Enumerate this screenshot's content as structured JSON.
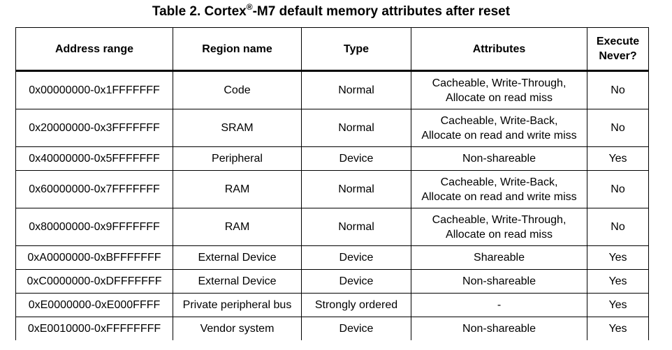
{
  "caption": {
    "prefix": "Table 2. Cortex",
    "superscript": "®",
    "suffix": "-M7 default memory attributes after reset"
  },
  "table": {
    "headers": {
      "address_range": "Address range",
      "region_name": "Region name",
      "type": "Type",
      "attributes": "Attributes",
      "execute_never_line1": "Execute",
      "execute_never_line2": "Never?"
    },
    "rows": [
      {
        "address_range": "0x00000000-0x1FFFFFFF",
        "region_name": "Code",
        "type": "Normal",
        "attributes_line1": "Cacheable, Write-Through,",
        "attributes_line2": "Allocate on read miss",
        "execute_never": "No"
      },
      {
        "address_range": "0x20000000-0x3FFFFFFF",
        "region_name": "SRAM",
        "type": "Normal",
        "attributes_line1": "Cacheable, Write-Back,",
        "attributes_line2": "Allocate on read and write miss",
        "execute_never": "No"
      },
      {
        "address_range": "0x40000000-0x5FFFFFFF",
        "region_name": "Peripheral",
        "type": "Device",
        "attributes_line1": "Non-shareable",
        "execute_never": "Yes"
      },
      {
        "address_range": "0x60000000-0x7FFFFFFF",
        "region_name": "RAM",
        "type": "Normal",
        "attributes_line1": "Cacheable, Write-Back,",
        "attributes_line2": "Allocate on read and write miss",
        "execute_never": "No"
      },
      {
        "address_range": "0x80000000-0x9FFFFFFF",
        "region_name": "RAM",
        "type": "Normal",
        "attributes_line1": "Cacheable, Write-Through,",
        "attributes_line2": "Allocate on read miss",
        "execute_never": "No"
      },
      {
        "address_range": "0xA0000000-0xBFFFFFFF",
        "region_name": "External Device",
        "type": "Device",
        "attributes_line1": "Shareable",
        "execute_never": "Yes"
      },
      {
        "address_range": "0xC0000000-0xDFFFFFFF",
        "region_name": "External Device",
        "type": "Device",
        "attributes_line1": "Non-shareable",
        "execute_never": "Yes"
      },
      {
        "address_range": "0xE0000000-0xE000FFFF",
        "region_name": "Private peripheral bus",
        "type": "Strongly ordered",
        "attributes_line1": "-",
        "execute_never": "Yes"
      },
      {
        "address_range": "0xE0010000-0xFFFFFFFF",
        "region_name": "Vendor system",
        "type": "Device",
        "attributes_line1": "Non-shareable",
        "execute_never": "Yes"
      }
    ]
  }
}
